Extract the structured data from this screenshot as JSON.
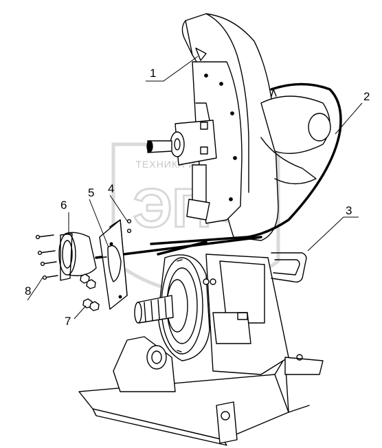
{
  "watermark": {
    "line1": "ТЕХНИКА И ЗАПЧАСТИ",
    "logo": "ЭПФ",
    "color": "#c9c9c9"
  },
  "callouts": [
    "1",
    "2",
    "3",
    "4",
    "5",
    "6",
    "7",
    "8"
  ],
  "colors": {
    "ink": "#000000",
    "paper": "#ffffff"
  }
}
